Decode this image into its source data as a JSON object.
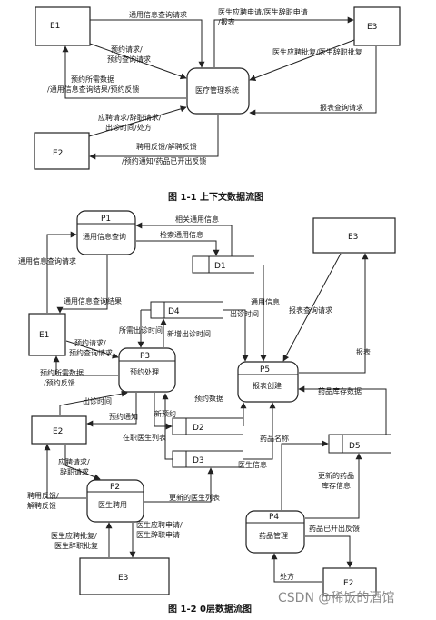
{
  "fig1": {
    "E1": "E1",
    "E2": "E2",
    "E3": "E3",
    "system": "医疗管理系统",
    "lbl_query": "通用信息查询请求",
    "lbl_appt1": "预约请求/",
    "lbl_appt2": "预约查询请求",
    "lbl_data1": "预约所需数据",
    "lbl_data2": "/通用信息查询结果/预约反馈",
    "lbl_hire1": "应聘请求/辞职请求/",
    "lbl_hire2": "出诊时间/处方",
    "lbl_fb1": "聘用反馈/解聘反馈",
    "lbl_fb2": "/预约通知/药品已开出反馈",
    "lbl_e3a": "医生应聘申请/医生辞职申请",
    "lbl_e3b": "/报表",
    "lbl_e3c": "医生应聘批复/医生辞职批复",
    "lbl_e3d": "报表查询请求",
    "caption": "图 1-1  上下文数据流图"
  },
  "fig2": {
    "P1_id": "P1",
    "P1_name": "通用信息查询",
    "P2_id": "P2",
    "P2_name": "医生聘用",
    "P3_id": "P3",
    "P3_name": "预约处理",
    "P4_id": "P4",
    "P4_name": "药品管理",
    "P5_id": "P5",
    "P5_name": "报表创建",
    "D1": "D1",
    "D2": "D2",
    "D3": "D3",
    "D4": "D4",
    "D5": "D5",
    "E1": "E1",
    "E2": "E2",
    "E3a": "E3",
    "E3b": "E3",
    "E2b": "E2",
    "l_rel": "相关通用信息",
    "l_search": "检索通用信息",
    "l_q": "通用信息查询请求",
    "l_res": "通用信息查询结果",
    "l_gen": "通用信息",
    "l_time": "出诊时间",
    "l_need": "所需出诊时间",
    "l_new": "新增出诊时间",
    "l_rq": "报表查询请求",
    "l_appt1": "预约请求/",
    "l_appt2": "预约查询请求",
    "l_data1": "预约所需数据",
    "l_data2": "/预约反馈",
    "l_time2": "出诊时间",
    "l_notify": "预约通知",
    "l_newa": "新预约",
    "l_adata": "预约数据",
    "l_list": "在职医生列表",
    "l_report": "报表",
    "l_stock": "药品库存数据",
    "l_drug": "药品名称",
    "l_doc": "医生信息",
    "l_hire1": "应聘请求/",
    "l_hire2": "辞职请求",
    "l_fb1": "聘用反馈/",
    "l_fb2": "解聘反馈",
    "l_upd": "更新的医生列表",
    "l_app1": "医生应聘批复/",
    "l_app2": "医生辞职批复",
    "l_req1": "医生应聘申请/",
    "l_req2": "医生辞职申请",
    "l_upd_d1": "更新的药品",
    "l_upd_d2": "库存信息",
    "l_done": "药品已开出反馈",
    "l_rx": "处方",
    "caption": "图 1-2 0层数据流图"
  },
  "watermark": "CSDN @稀饭的酒馆"
}
